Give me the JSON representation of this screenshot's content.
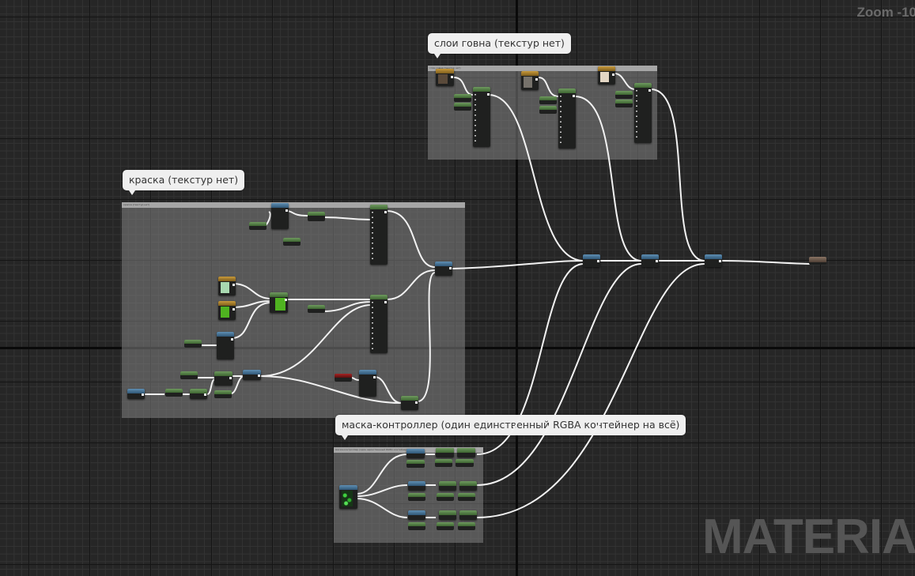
{
  "editor": {
    "zoom_label": "Zoom -10",
    "watermark": "MATERIAL"
  },
  "comments": [
    {
      "id": "paint",
      "label": "краска (текстур нет)",
      "header_text": "краска (текстур нет)"
    },
    {
      "id": "dirt_layers",
      "label": "слои говна (текстур нет)",
      "header_text": "слои говна (текстур нет)"
    },
    {
      "id": "mask_controller",
      "label": "маска-контроллер (один единственный RGBA контейнер на всё)",
      "header_text": "маска-контроллер (один единственный RGBA контейнер на всё)"
    }
  ],
  "colors": {
    "param_green": "#4f7d40",
    "math_blue": "#3f6f96",
    "vector_param_gold": "#a07a2a",
    "scalar_red": "#8a1515",
    "result_brown": "#6b5a4d",
    "swatch_dark_brown": "#5a4a3a",
    "swatch_grey": "#76726b",
    "swatch_cream": "#e3d6c4",
    "swatch_mint": "#a8d8b0",
    "swatch_green": "#4fb320"
  }
}
